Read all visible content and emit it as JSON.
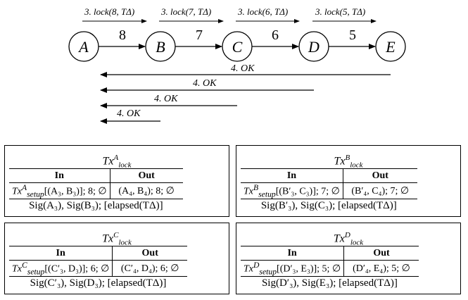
{
  "nodes": [
    "A",
    "B",
    "C",
    "D",
    "E"
  ],
  "edges": [
    {
      "from": "A",
      "to": "B",
      "label": "8",
      "lock": "3. lock(8, TΔ)"
    },
    {
      "from": "B",
      "to": "C",
      "label": "7",
      "lock": "3. lock(7, TΔ)"
    },
    {
      "from": "C",
      "to": "D",
      "label": "6",
      "lock": "3. lock(6, TΔ)"
    },
    {
      "from": "D",
      "to": "E",
      "label": "5",
      "lock": "3. lock(5, TΔ)"
    }
  ],
  "ok_messages": [
    {
      "from": "E",
      "to": "A",
      "label": "4. OK"
    },
    {
      "from": "D",
      "to": "A",
      "label": "4. OK"
    },
    {
      "from": "C",
      "to": "A",
      "label": "4. OK"
    },
    {
      "from": "B",
      "to": "A",
      "label": "4. OK"
    }
  ],
  "tx_boxes": [
    {
      "title": "Tx",
      "title_sup": "A",
      "title_sub": "lock",
      "in_header": "In",
      "out_header": "Out",
      "in_prefix": "Tx",
      "in_sup": "A",
      "in_sub": "setup",
      "in_rest": "[(A₃, B₃)]; 8; ∅",
      "out_value": "(A₄, B₄); 8; ∅",
      "footer": "Sig(A₃), Sig(B₃); [elapsed(TΔ)]"
    },
    {
      "title": "Tx",
      "title_sup": "B",
      "title_sub": "lock",
      "in_header": "In",
      "out_header": "Out",
      "in_prefix": "Tx",
      "in_sup": "B",
      "in_sub": "setup",
      "in_rest": "[(B′₃, C₃)]; 7; ∅",
      "out_value": "(B′₄, C₄); 7; ∅",
      "footer": "Sig(B′₃), Sig(C₃); [elapsed(TΔ)]"
    },
    {
      "title": "Tx",
      "title_sup": "C",
      "title_sub": "lock",
      "in_header": "In",
      "out_header": "Out",
      "in_prefix": "Tx",
      "in_sup": "C",
      "in_sub": "setup",
      "in_rest": "[(C′₃, D₃)]; 6; ∅",
      "out_value": "(C′₄, D₄); 6; ∅",
      "footer": "Sig(C′₃), Sig(D₃); [elapsed(TΔ)]"
    },
    {
      "title": "Tx",
      "title_sup": "D",
      "title_sub": "lock",
      "in_header": "In",
      "out_header": "Out",
      "in_prefix": "Tx",
      "in_sup": "D",
      "in_sub": "setup",
      "in_rest": "[(D′₃, E₃)]; 5; ∅",
      "out_value": "(D′₄, E₄); 5; ∅",
      "footer": "Sig(D′₃), Sig(E₃); [elapsed(TΔ)]"
    }
  ]
}
